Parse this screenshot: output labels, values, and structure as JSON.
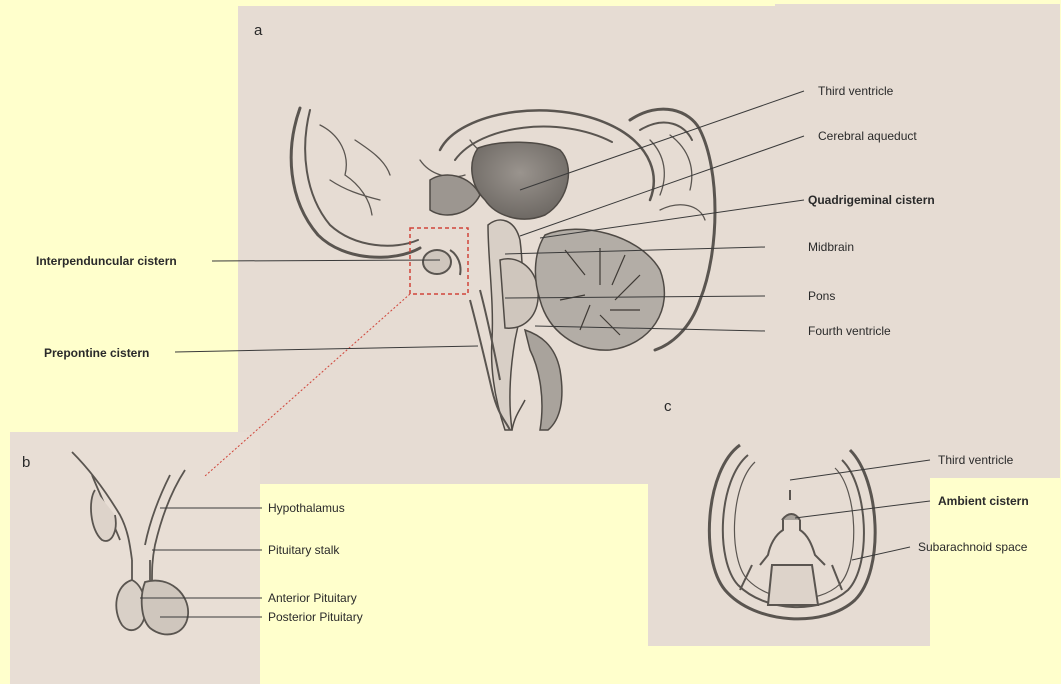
{
  "panels": {
    "a": {
      "letter": "a",
      "labels": {
        "third_ventricle": "Third ventricle",
        "cerebral_aqueduct": "Cerebral aqueduct",
        "quadrigeminal_cistern": "Quadrigeminal cistern",
        "midbrain": "Midbrain",
        "pons": "Pons",
        "fourth_ventricle": "Fourth ventricle",
        "interpeduncular_cistern": "Interpenduncular cistern",
        "prepontine_cistern": "Prepontine cistern"
      }
    },
    "b": {
      "letter": "b",
      "labels": {
        "hypothalamus": "Hypothalamus",
        "pituitary_stalk": "Pituitary stalk",
        "anterior_pituitary": "Anterior Pituitary",
        "posterior_pituitary": "Posterior Pituitary"
      }
    },
    "c": {
      "letter": "c",
      "labels": {
        "third_ventricle": "Third ventricle",
        "ambient_cistern": "Ambient cistern",
        "subarachnoid_space": "Subarachnoid space"
      }
    }
  },
  "colors": {
    "background": "#ffffcc",
    "paper": "#e6dcd3",
    "pencil": "#5a5550",
    "shade": "#8d8882",
    "highlight_box": "#d0453a"
  }
}
